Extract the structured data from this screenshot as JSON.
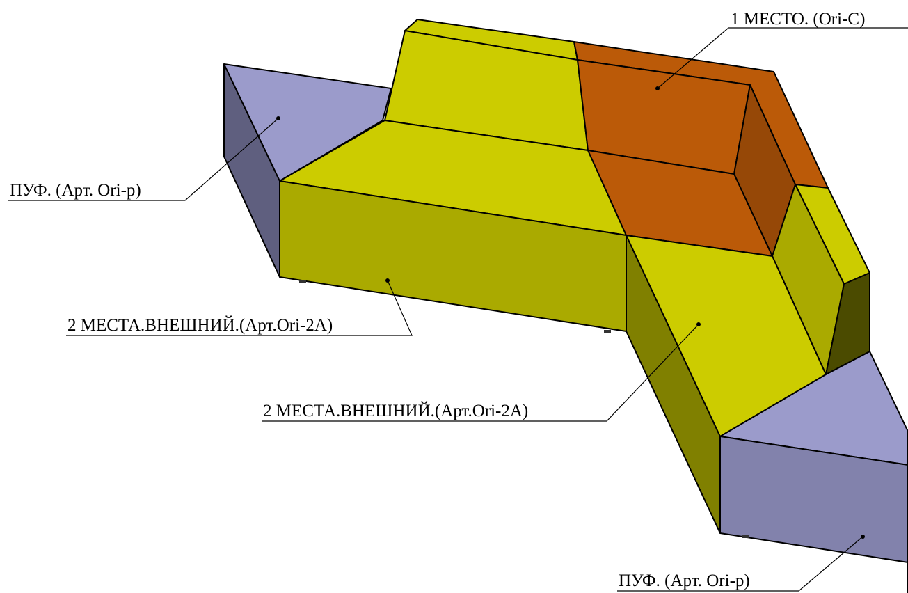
{
  "colors": {
    "pouf_top": "#9b9bcb",
    "pouf_side_dark": "#5f5f7f",
    "pouf_side_front": "#8282ac",
    "sofa_top": "#cccc00",
    "sofa_side": "#aaaa00",
    "sofa_side_dark": "#808000",
    "sofa_side_darkest": "#4b4b00",
    "corner_top": "#bb5a08",
    "corner_side": "#964807"
  },
  "labels": {
    "corner": "1 МЕСТО. (Ori-С)",
    "pouf_left": "ПУФ. (Арт. Ori-р)",
    "sofa_left": "2 МЕСТА.ВНЕШНИЙ.(Арт.Ori-2А)",
    "sofa_right": "2 МЕСТА.ВНЕШНИЙ.(Арт.Ori-2А)",
    "pouf_right": "ПУФ. (Арт. Ori-р)"
  }
}
